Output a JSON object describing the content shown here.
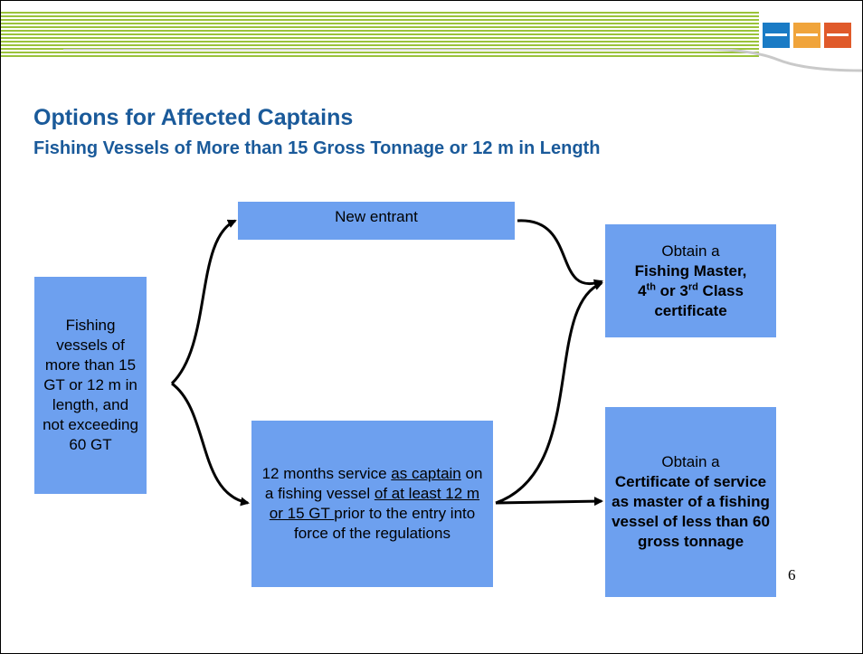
{
  "slide": {
    "title": "Options for Affected Captains",
    "subtitle": "Fishing Vessels of More than 15 Gross Tonnage or 12 m in Length",
    "page_number": "6"
  },
  "colors": {
    "title": "#1a5a9a",
    "box_fill": "#6da0ef",
    "header_stripe": "#9ac33a"
  },
  "nodes": {
    "source": {
      "text": "Fishing vessels of more than 15 GT or 12 m in length, and not exceeding 60 GT"
    },
    "new_entrant": {
      "text": "New entrant"
    },
    "service": {
      "part1": "12 months service ",
      "part2_underlined": "as captain",
      "part3": " on a fishing vessel ",
      "part4_underlined": "of at least 12 m or 15 GT ",
      "part5": "prior to the entry into force of the regulations"
    },
    "fishing_master": {
      "line1": "Obtain a",
      "bold1": "Fishing Master,",
      "bold2a": "4",
      "bold2a_sup": "th",
      "bold2b": " or 3",
      "bold2b_sup": "rd",
      "bold2c": " Class",
      "bold3": "certificate"
    },
    "certificate_service": {
      "line1": "Obtain a",
      "bold": "Certificate of service as master of a fishing vessel of less than 60 gross tonnage"
    }
  },
  "icons": {
    "logo": "transport-modes-logo",
    "arrows": "flow-arrow"
  }
}
